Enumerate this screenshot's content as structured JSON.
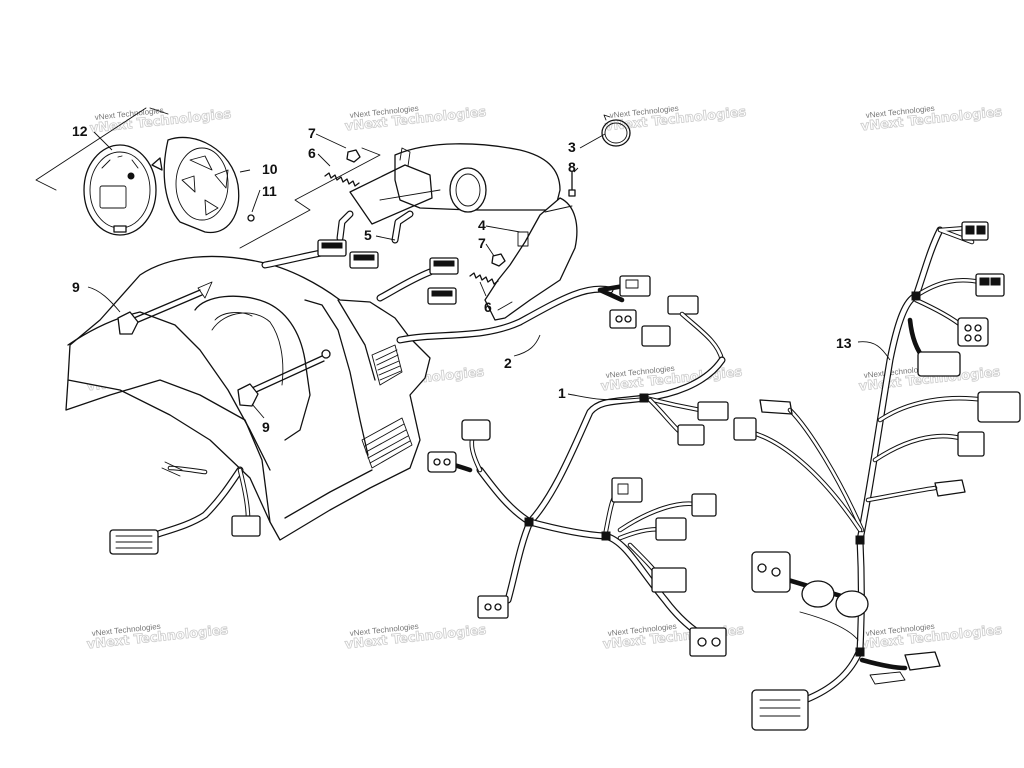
{
  "watermark": {
    "text": "vNext Technologies"
  },
  "callouts": [
    {
      "id": "c1",
      "label": "1"
    },
    {
      "id": "c2",
      "label": "2"
    },
    {
      "id": "c3",
      "label": "3"
    },
    {
      "id": "c4",
      "label": "4"
    },
    {
      "id": "c5",
      "label": "5"
    },
    {
      "id": "c6a",
      "label": "6"
    },
    {
      "id": "c6b",
      "label": "6"
    },
    {
      "id": "c7a",
      "label": "7"
    },
    {
      "id": "c7b",
      "label": "7"
    },
    {
      "id": "c8",
      "label": "8"
    },
    {
      "id": "c9a",
      "label": "9"
    },
    {
      "id": "c9b",
      "label": "9"
    },
    {
      "id": "c10",
      "label": "10"
    },
    {
      "id": "c11",
      "label": "11"
    },
    {
      "id": "c12",
      "label": "12"
    },
    {
      "id": "c13",
      "label": "13"
    }
  ]
}
